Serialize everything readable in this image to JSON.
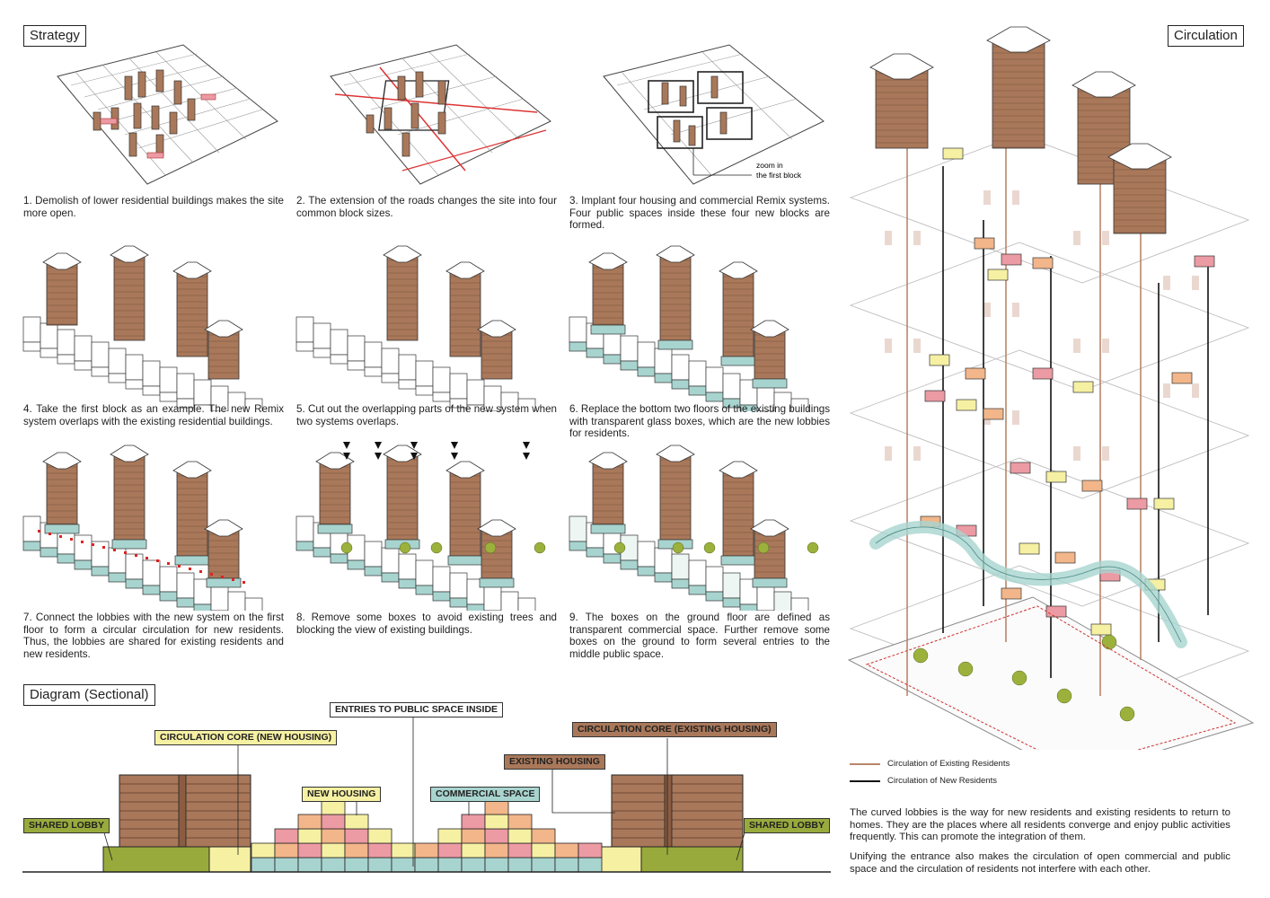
{
  "headings": {
    "strategy": "Strategy",
    "circulation": "Circulation",
    "diagram": "Diagram (Sectional)"
  },
  "steps": [
    {
      "text": "1. Demolish of lower residential buildings makes the site more open."
    },
    {
      "text": "2. The extension of the roads changes the site into four common block sizes."
    },
    {
      "text": "3. Implant four housing and commercial Remix systems. Four public spaces inside these four new blocks are formed."
    },
    {
      "text": "4. Take the first block as an example. The new Remix system overlaps with the existing residential buildings."
    },
    {
      "text": "5. Cut out the overlapping parts of the new system when two systems overlaps."
    },
    {
      "text": "6. Replace the bottom two floors of the existing buildings with transparent glass boxes, which are the new lobbies for residents."
    },
    {
      "text": "7. Connect the lobbies with the new system on the first floor to form a circular circulation for new residents. Thus, the lobbies are shared for existing residents and new residents."
    },
    {
      "text": "8. Remove some boxes to avoid existing trees and blocking the view of existing buildings."
    },
    {
      "text": "9. The boxes on the ground floor are defined as transparent commercial space. Further remove some boxes on the ground to form several entries to the middle public space."
    }
  ],
  "zoom_note": {
    "line1": "zoom in",
    "line2": "the first block"
  },
  "section_tags": {
    "entries": "ENTRIES TO PUBLIC SPACE INSIDE",
    "core_new": "CIRCULATION CORE (NEW HOUSING)",
    "core_existing": "CIRCULATION CORE (EXISTING HOUSING)",
    "existing_housing": "EXISTING HOUSING",
    "new_housing": "NEW HOUSING",
    "commercial": "COMMERCIAL SPACE",
    "shared_left": "SHARED LOBBY",
    "shared_right": "SHARED LOBBY"
  },
  "legend": {
    "existing": "Circulation of Existing Residents",
    "new": "Circulation of New Residents"
  },
  "paragraphs": [
    "The curved lobbies is the way for new residents and existing residents to return to homes. They are the places where all residents converge and enjoy public activities frequently. This can promote the integration of them.",
    "Unifying the entrance also makes the circulation of open commercial and public space and the circulation of residents not interfere with each other."
  ],
  "colors": {
    "brick": "#a9785a",
    "green": "#99aa3c",
    "yellow": "#f6f0a3",
    "orange": "#f2b68a",
    "pink": "#ec9aa3",
    "teal": "#a8d4cf",
    "existing_line": "#b9856a",
    "new_line": "#111111"
  }
}
